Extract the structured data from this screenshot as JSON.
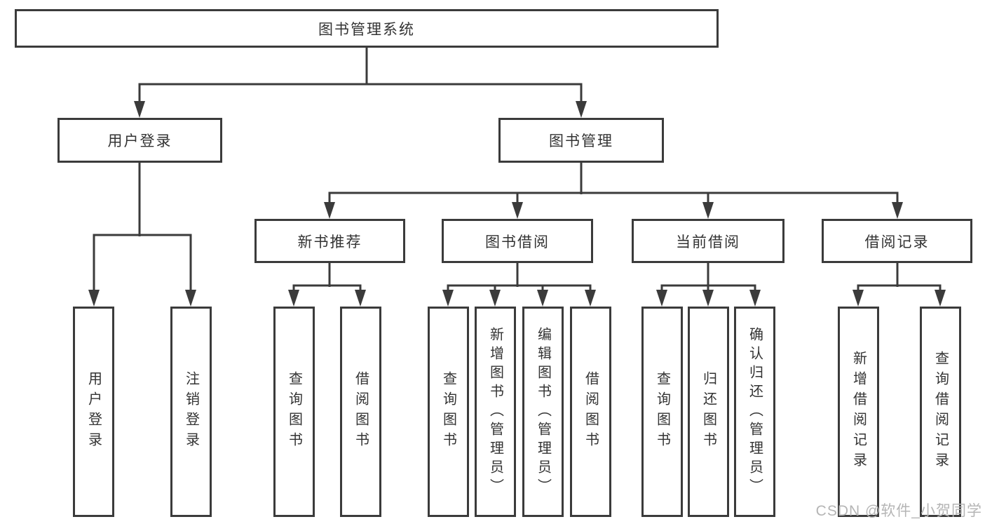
{
  "diagram": {
    "title": "图书管理系统",
    "colors": {
      "line": "#3b3b3b",
      "text": "#333333",
      "background": "#ffffff",
      "watermark": "#b5b5b5"
    },
    "root": {
      "label": "图书管理系统"
    },
    "level2": [
      {
        "label": "用户登录"
      },
      {
        "label": "图书管理"
      }
    ],
    "level3": [
      {
        "label": "新书推荐"
      },
      {
        "label": "图书借阅"
      },
      {
        "label": "当前借阅"
      },
      {
        "label": "借阅记录"
      }
    ],
    "leaves": [
      {
        "label": "用户登录"
      },
      {
        "label": "注销登录"
      },
      {
        "label": "查询图书"
      },
      {
        "label": "借阅图书"
      },
      {
        "label": "查询图书"
      },
      {
        "label": "新增图书（管理员）"
      },
      {
        "label": "编辑图书（管理员）"
      },
      {
        "label": "借阅图书"
      },
      {
        "label": "查询图书"
      },
      {
        "label": "归还图书"
      },
      {
        "label": "确认归还（管理员）"
      },
      {
        "label": "新增借阅记录"
      },
      {
        "label": "查询借阅记录"
      }
    ],
    "watermark": "CSDN @软件_小贺同学"
  }
}
